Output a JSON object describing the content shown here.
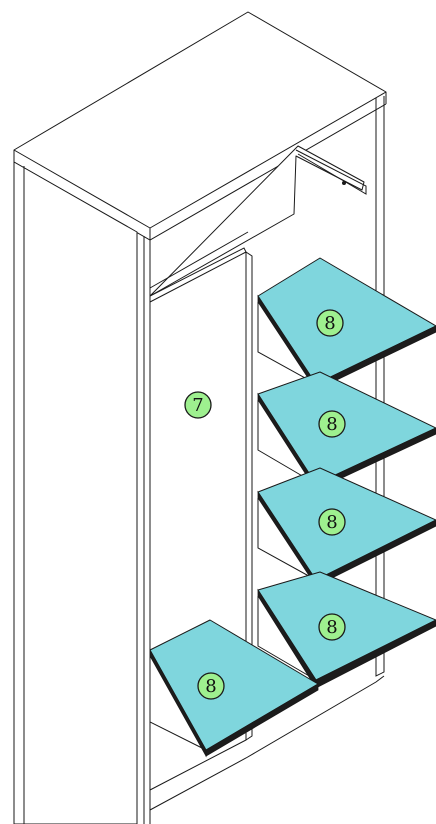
{
  "colors": {
    "shelf_fill": "#7fd6dd",
    "badge_fill": "#9ef08f",
    "line": "#1a1a1a",
    "background": "#ffffff"
  },
  "callouts": {
    "door_panel": "7",
    "shelf_1": "8",
    "shelf_2": "8",
    "shelf_3": "8",
    "shelf_4": "8",
    "shelf_bottom": "8"
  }
}
